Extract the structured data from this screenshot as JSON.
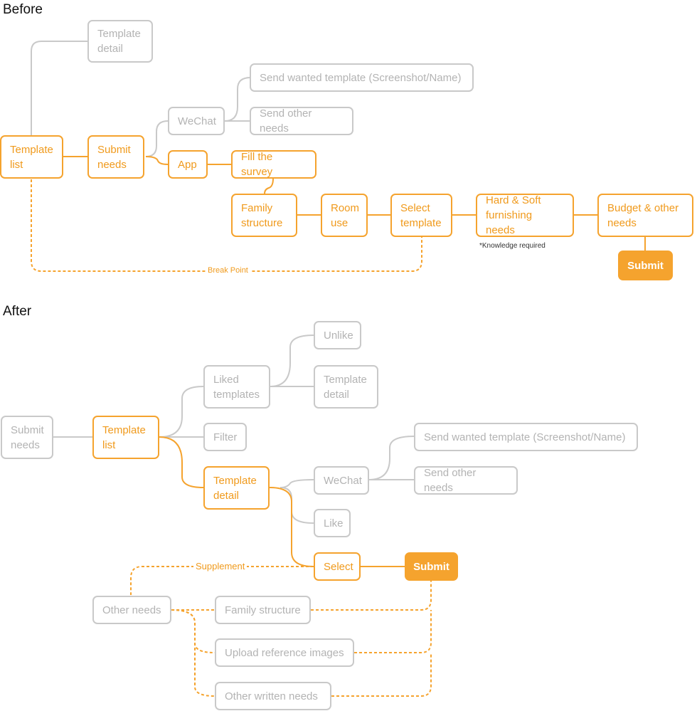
{
  "before": {
    "title": "Before",
    "nodes": {
      "template_detail": "Template\ndetail",
      "send_wanted": "Send wanted template (Screenshot/Name)",
      "wechat": "WeChat",
      "send_other": "Send other needs",
      "template_list": "Template\nlist",
      "submit_needs": "Submit\nneeds",
      "app": "App",
      "fill_survey": "Fill the survey",
      "family_structure": "Family\nstructure",
      "room_use": "Room\nuse",
      "select_template": "Select\ntemplate",
      "hard_soft": "Hard & Soft\nfurnishing needs",
      "budget": "Budget & other\nneeds",
      "submit": "Submit"
    },
    "note": "*Knowledge required",
    "break_point": "Break Point"
  },
  "after": {
    "title": "After",
    "nodes": {
      "unlike": "Unlike",
      "liked_templates": "Liked\ntemplates",
      "template_detail_top": "Template\ndetail",
      "submit_needs": "Submit\nneeds",
      "template_list": "Template\nlist",
      "filter": "Filter",
      "send_wanted": "Send wanted template (Screenshot/Name)",
      "template_detail": "Template\ndetail",
      "wechat": "WeChat",
      "send_other": "Send other needs",
      "like": "Like",
      "select": "Select",
      "submit": "Submit",
      "other_needs": "Other needs",
      "family_structure": "Family structure",
      "upload_images": "Upload reference images",
      "other_written": "Other written needs"
    },
    "supplement": "Supplement"
  },
  "colors": {
    "accent": "#f5a32e",
    "muted": "#c9c9c9",
    "muted_text": "#b3b3b3"
  }
}
